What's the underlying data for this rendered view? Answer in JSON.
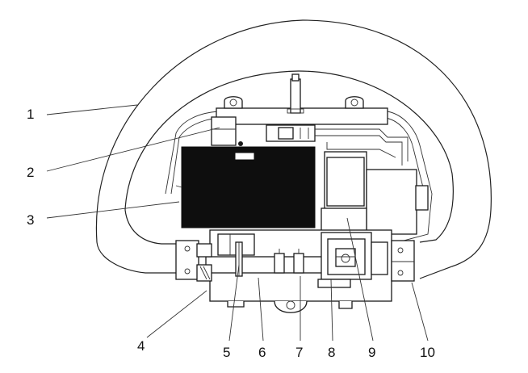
{
  "callouts": [
    {
      "id": "1",
      "text": "1"
    },
    {
      "id": "2",
      "text": "2"
    },
    {
      "id": "3",
      "text": "3"
    },
    {
      "id": "4",
      "text": "4"
    },
    {
      "id": "5",
      "text": "5"
    },
    {
      "id": "6",
      "text": "6"
    },
    {
      "id": "7",
      "text": "7"
    },
    {
      "id": "8",
      "text": "8"
    },
    {
      "id": "9",
      "text": "9"
    },
    {
      "id": "10",
      "text": "10"
    }
  ],
  "colors": {
    "line": "#222222",
    "fill_dark": "#0e0e0e",
    "background": "#ffffff"
  }
}
